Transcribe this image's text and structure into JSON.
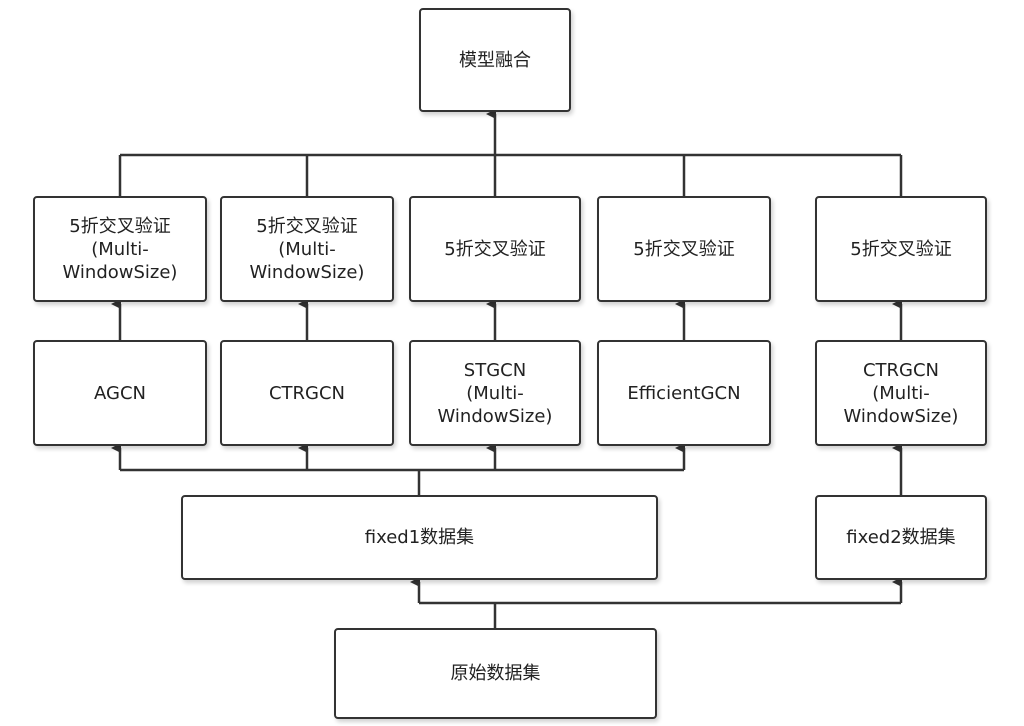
{
  "nodes": {
    "fusion": "模型融合",
    "cv1": "5折交叉验证\n(Multi-\nWindowSize)",
    "cv2": "5折交叉验证\n(Multi-\nWindowSize)",
    "cv3": "5折交叉验证",
    "cv4": "5折交叉验证",
    "cv5": "5折交叉验证",
    "model1": "AGCN",
    "model2": "CTRGCN",
    "model3": "STGCN\n(Multi-\nWindowSize)",
    "model4": "EfficientGCN",
    "model5": "CTRGCN\n(Multi-\nWindowSize)",
    "fixed1": "fixed1数据集",
    "fixed2": "fixed2数据集",
    "raw": "原始数据集"
  }
}
